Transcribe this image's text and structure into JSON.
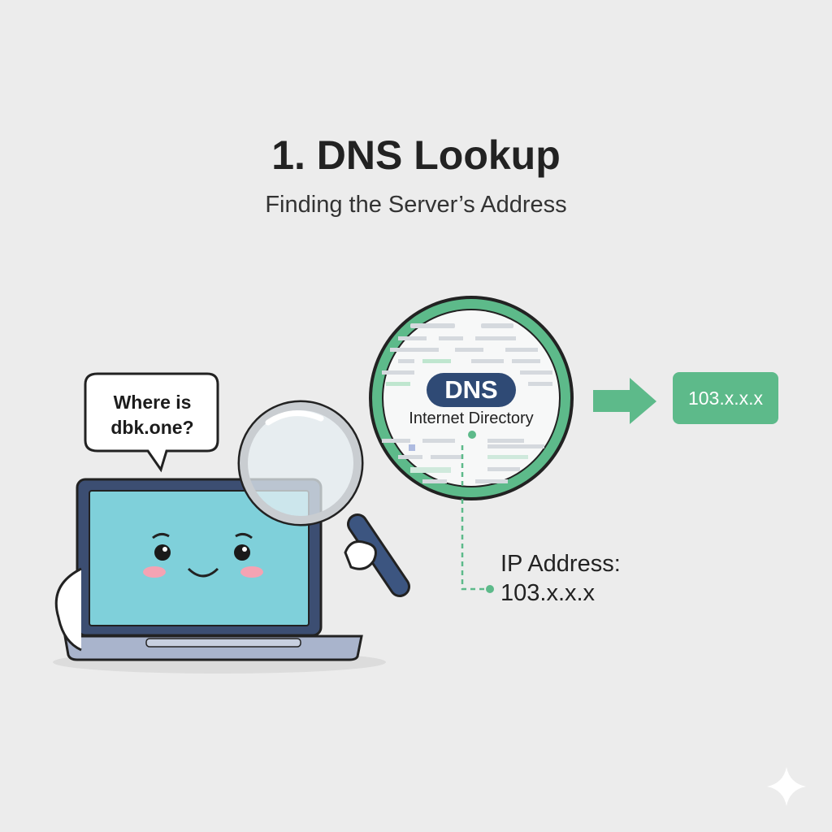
{
  "header": {
    "title": "1. DNS Lookup",
    "subtitle": "Finding the Server’s Address"
  },
  "bubble": {
    "line1": "Where is",
    "line2": "dbk.one?"
  },
  "dns": {
    "badge": "DNS",
    "caption": "Internet Directory"
  },
  "result": {
    "value": "103.x.x.x"
  },
  "ip_label": {
    "label": "IP Address:",
    "value": "103.x.x.x"
  },
  "colors": {
    "background": "#ececec",
    "accent_green": "#5dba8a",
    "navy": "#2f4a75",
    "screen": "#7fd0da"
  }
}
